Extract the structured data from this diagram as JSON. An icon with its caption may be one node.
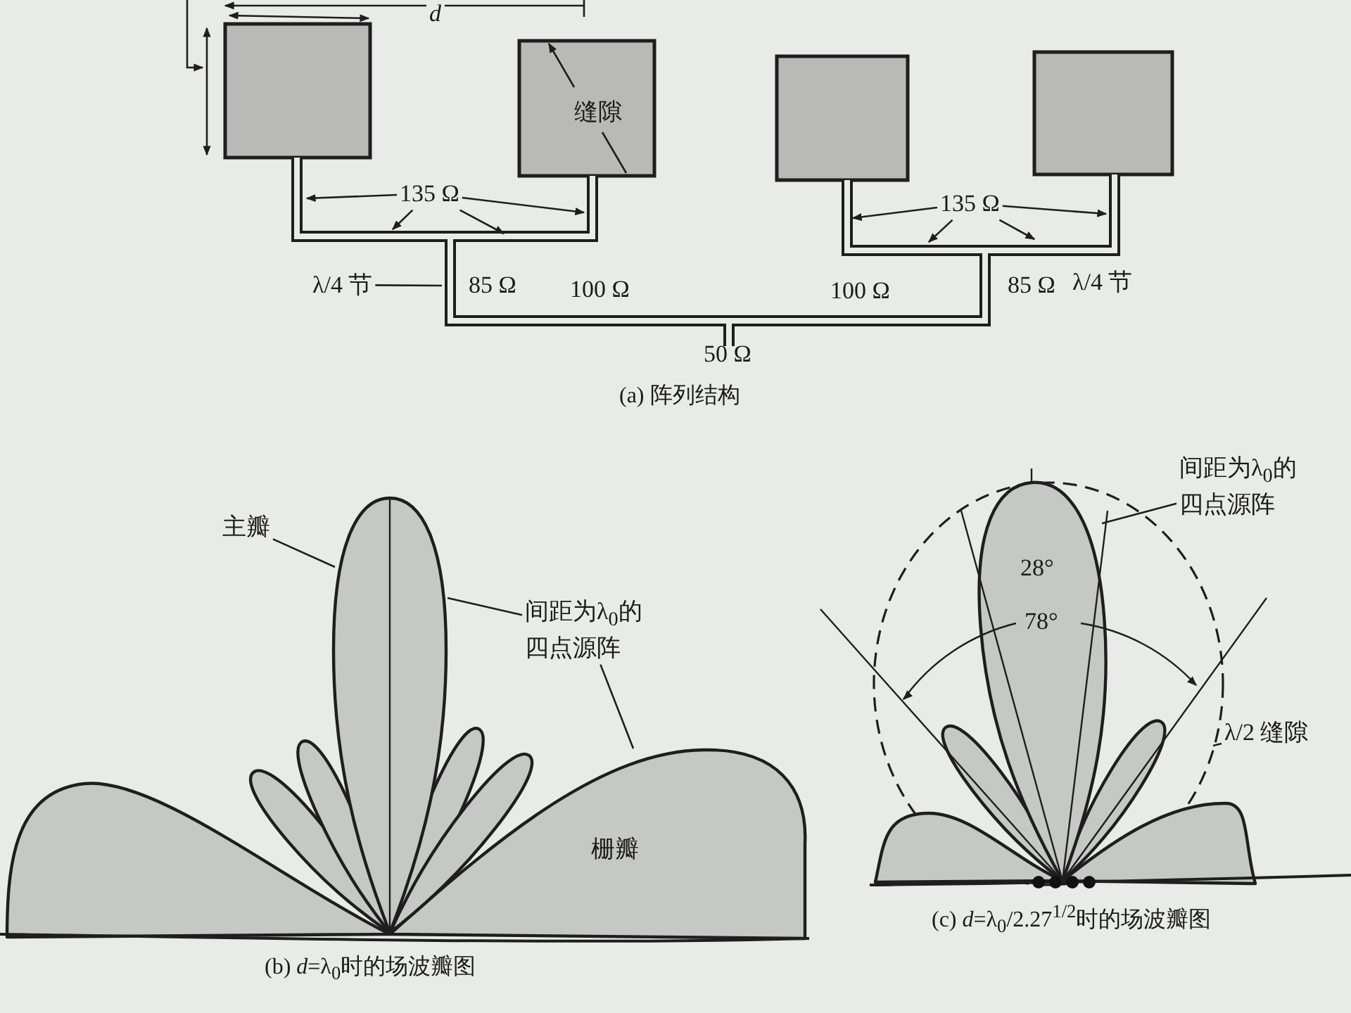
{
  "diagram": {
    "nodes": [
      {
        "text": [
          "135 Ω"
        ]
      },
      {
        "text": [
          "λ/4 节"
        ]
      },
      {
        "text": [
          "135 Ω"
        ]
      },
      {
        "text": [
          "主瓣"
        ]
      },
      {
        "text": [
          "间距为λ$_{0}$的四点源阵"
        ]
      },
      {
        "text": [
          "间距为λ$_{0}$的四点源阵"
        ]
      },
      {
        "text": [
          "λ/2 缝隙"
        ]
      }
    ],
    "edges": [
      {
        "from": 0,
        "to": null,
        "arrow": "to"
      },
      {
        "from": 0,
        "to": null,
        "arrow": "to"
      },
      {
        "from": 0,
        "to": null,
        "arrow": "to"
      },
      {
        "from": 0,
        "to": null,
        "arrow": "to"
      },
      {
        "from": 1,
        "to": null,
        "arrow": "none"
      },
      {
        "from": 2,
        "to": null,
        "arrow": "to"
      },
      {
        "from": 2,
        "to": null,
        "arrow": "to"
      },
      {
        "from": 2,
        "to": null,
        "arrow": "to"
      },
      {
        "from": 2,
        "to": null,
        "arrow": "to"
      },
      {
        "from": 3,
        "to": null,
        "arrow": "none"
      },
      {
        "from": 4,
        "to": null,
        "arrow": "none"
      },
      {
        "from": 4,
        "to": null,
        "arrow": "none"
      },
      {
        "from": 5,
        "to": null,
        "arrow": "none"
      },
      {
        "from": 6,
        "to": null,
        "arrow": "none"
      }
    ],
    "labels": [
      "d",
      "缝隙",
      "85 Ω",
      "100 Ω",
      "100 Ω",
      "85 Ω",
      "λ/4 节",
      "50 Ω",
      "(a) 阵列结构",
      "栅瓣",
      "(b) *d*=λ$_{0}$时的场波瓣图",
      "28°",
      "78°",
      "(c) *d*=λ$_{0}$/2.27$^{1/2}$时的场波瓣图"
    ]
  }
}
